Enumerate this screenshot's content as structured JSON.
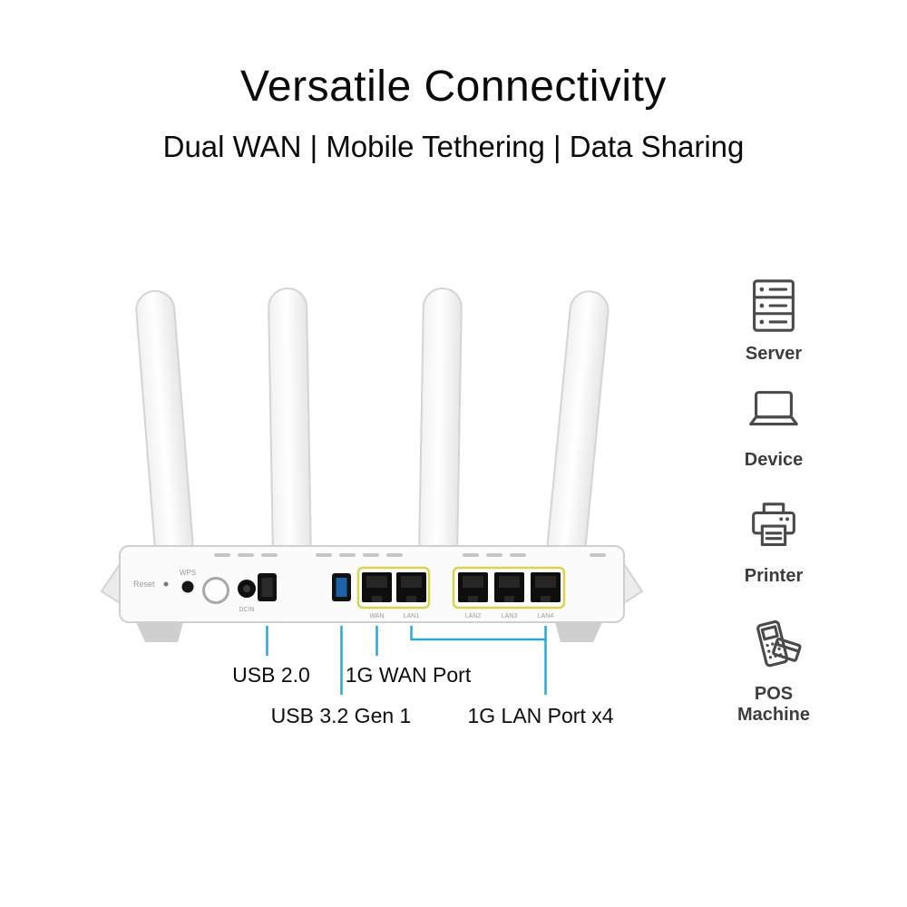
{
  "header": {
    "title": "Versatile Connectivity",
    "subtitle": "Dual WAN | Mobile Tethering | Data Sharing"
  },
  "router": {
    "reset_label": "Reset",
    "wps_label": "WPS",
    "dcin_label": "DCIN",
    "port_labels": {
      "wan": "WAN",
      "lan1": "LAN1",
      "lan2": "LAN2",
      "lan3": "LAN3",
      "lan4": "LAN4"
    }
  },
  "callouts": {
    "usb2": {
      "label": "USB 2.0"
    },
    "wan": {
      "label": "1G WAN Port"
    },
    "usb3": {
      "label": "USB 3.2 Gen 1"
    },
    "lan": {
      "label": "1G LAN Port x4"
    }
  },
  "features": [
    {
      "name": "server",
      "icon": "server-icon",
      "label": "Server"
    },
    {
      "name": "device",
      "icon": "laptop-icon",
      "label": "Device"
    },
    {
      "name": "printer",
      "icon": "printer-icon",
      "label": "Printer"
    },
    {
      "name": "pos",
      "icon": "pos-machine-icon",
      "label": "POS Machine"
    }
  ],
  "colors": {
    "callout_line": "#2ba7d6",
    "port_highlight": "#d9d44c",
    "usb3_tongue": "#1e62a8",
    "icon_stroke": "#4a4a4a"
  }
}
